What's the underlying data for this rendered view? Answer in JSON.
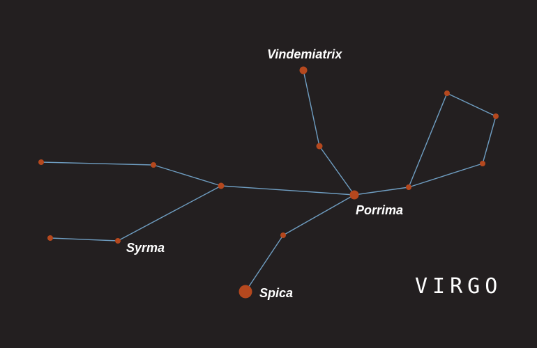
{
  "title": "VIRGO",
  "colors": {
    "background": "#231f20",
    "line": "#6f9ec2",
    "star": "#b5481e",
    "text": "#ffffff"
  },
  "stars": {
    "vindemiatrix": {
      "label": "Vindemiatrix",
      "magnitude": "bright"
    },
    "porrima": {
      "label": "Porrima",
      "magnitude": "bright"
    },
    "syrma": {
      "label": "Syrma",
      "magnitude": "faint"
    },
    "spica": {
      "label": "Spica",
      "magnitude": "brightest"
    }
  }
}
